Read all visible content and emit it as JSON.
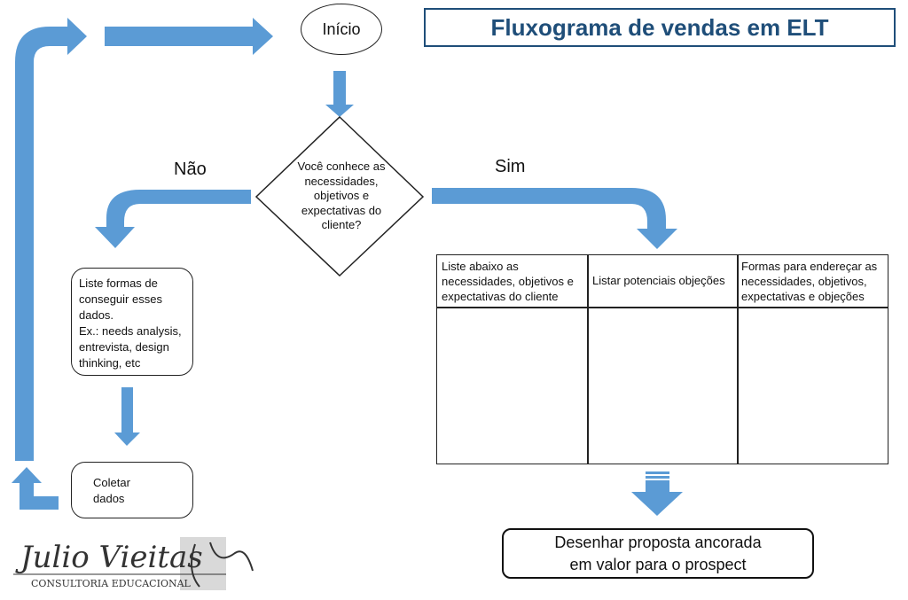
{
  "title": "Fluxograma de vendas em ELT",
  "start_label": "Início",
  "decision": {
    "question": "Você conhece as necessidades, objetivos e expectativas do cliente?",
    "no_label": "Não",
    "yes_label": "Sim"
  },
  "no_branch": {
    "list_box_lines": [
      "Liste formas de",
      "conseguir esses",
      "dados.",
      "Ex.: needs analysis,",
      "entrevista, design",
      "thinking, etc"
    ],
    "collect_box_lines": [
      "Coletar",
      "dados"
    ]
  },
  "yes_branch": {
    "table_headers": [
      "Liste abaixo as necessidades, objetivos e expectativas do cliente",
      "Listar potenciais objeções",
      "Formas para endereçar as necessidades, objetivos, expectativas e objeções"
    ],
    "final_box_lines": [
      "Desenhar proposta ancorada",
      "em valor para o prospect"
    ]
  },
  "logo": {
    "signature": "Julio Vieitas",
    "subtitle": "CONSULTORIA EDUCACIONAL"
  },
  "colors": {
    "arrow": "#5b9bd5",
    "title": "#1f4e79"
  }
}
